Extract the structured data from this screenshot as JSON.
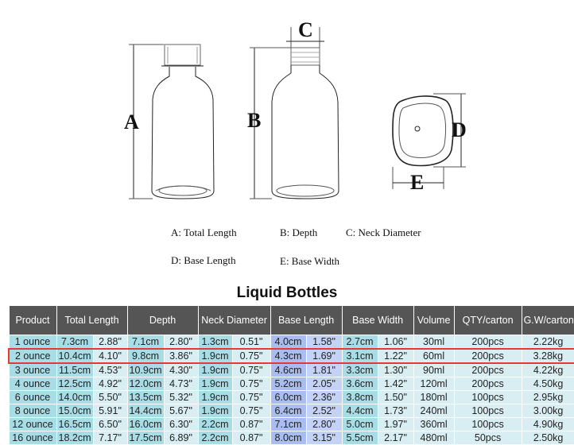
{
  "diagram": {
    "labels": {
      "A": "A",
      "B": "B",
      "C": "C",
      "D": "D",
      "E": "E"
    },
    "legend": {
      "a": "A: Total Length",
      "b": "B: Depth",
      "c": "C:  Neck Diameter",
      "d": "D: Base Length",
      "e": "E: Base Width"
    }
  },
  "table": {
    "title": "Liquid Bottles",
    "headers": [
      "Product",
      "Total Length",
      "Depth",
      "Neck Diameter",
      "Base Length",
      "Base Width",
      "Volume",
      "QTY/carton",
      "G.W/carton"
    ],
    "highlight_color": "#e53935",
    "rows": [
      {
        "product": "1 ounce",
        "tl_cm": "7.3cm",
        "tl_in": "2.88\"",
        "d_cm": "7.1cm",
        "d_in": "2.80\"",
        "n_cm": "1.3cm",
        "n_in": "0.51\"",
        "bl_cm": "4.0cm",
        "bl_in": "1.58\"",
        "bw_cm": "2.7cm",
        "bw_in": "1.06\"",
        "volume": "30ml",
        "qty": "200pcs",
        "gw": "2.22kg"
      },
      {
        "product": "2 ounce",
        "tl_cm": "10.4cm",
        "tl_in": "4.10\"",
        "d_cm": "9.8cm",
        "d_in": "3.86\"",
        "n_cm": "1.9cm",
        "n_in": "0.75\"",
        "bl_cm": "4.3cm",
        "bl_in": "1.69\"",
        "bw_cm": "3.1cm",
        "bw_in": "1.22\"",
        "volume": "60ml",
        "qty": "200pcs",
        "gw": "3.28kg",
        "highlighted": true
      },
      {
        "product": "3 ounce",
        "tl_cm": "11.5cm",
        "tl_in": "4.53\"",
        "d_cm": "10.9cm",
        "d_in": "4.30\"",
        "n_cm": "1.9cm",
        "n_in": "0.75\"",
        "bl_cm": "4.6cm",
        "bl_in": "1.81\"",
        "bw_cm": "3.3cm",
        "bw_in": "1.30\"",
        "volume": "90ml",
        "qty": "200pcs",
        "gw": "4.22kg"
      },
      {
        "product": "4 ounce",
        "tl_cm": "12.5cm",
        "tl_in": "4.92\"",
        "d_cm": "12.0cm",
        "d_in": "4.73\"",
        "n_cm": "1.9cm",
        "n_in": "0.75\"",
        "bl_cm": "5.2cm",
        "bl_in": "2.05\"",
        "bw_cm": "3.6cm",
        "bw_in": "1.42\"",
        "volume": "120ml",
        "qty": "200pcs",
        "gw": "4.50kg"
      },
      {
        "product": "6 ounce",
        "tl_cm": "14.0cm",
        "tl_in": "5.50\"",
        "d_cm": "13.5cm",
        "d_in": "5.32\"",
        "n_cm": "1.9cm",
        "n_in": "0.75\"",
        "bl_cm": "6.0cm",
        "bl_in": "2.36\"",
        "bw_cm": "3.8cm",
        "bw_in": "1.50\"",
        "volume": "180ml",
        "qty": "100pcs",
        "gw": "2.95kg"
      },
      {
        "product": "8 ounce",
        "tl_cm": "15.0cm",
        "tl_in": "5.91\"",
        "d_cm": "14.4cm",
        "d_in": "5.67\"",
        "n_cm": "1.9cm",
        "n_in": "0.75\"",
        "bl_cm": "6.4cm",
        "bl_in": "2.52\"",
        "bw_cm": "4.4cm",
        "bw_in": "1.73\"",
        "volume": "240ml",
        "qty": "100pcs",
        "gw": "3.00kg"
      },
      {
        "product": "12 ounce",
        "tl_cm": "16.5cm",
        "tl_in": "6.50\"",
        "d_cm": "16.0cm",
        "d_in": "6.30\"",
        "n_cm": "2.2cm",
        "n_in": "0.87\"",
        "bl_cm": "7.1cm",
        "bl_in": "2.80\"",
        "bw_cm": "5.0cm",
        "bw_in": "1.97\"",
        "volume": "360ml",
        "qty": "100pcs",
        "gw": "4.90kg"
      },
      {
        "product": "16 ounce",
        "tl_cm": "18.2cm",
        "tl_in": "7.17\"",
        "d_cm": "17.5cm",
        "d_in": "6.89\"",
        "n_cm": "2.2cm",
        "n_in": "0.87\"",
        "bl_cm": "8.0cm",
        "bl_in": "3.15\"",
        "bw_cm": "5.5cm",
        "bw_in": "2.17\"",
        "volume": "480ml",
        "qty": "50pcs",
        "gw": "2.50kg"
      }
    ]
  }
}
